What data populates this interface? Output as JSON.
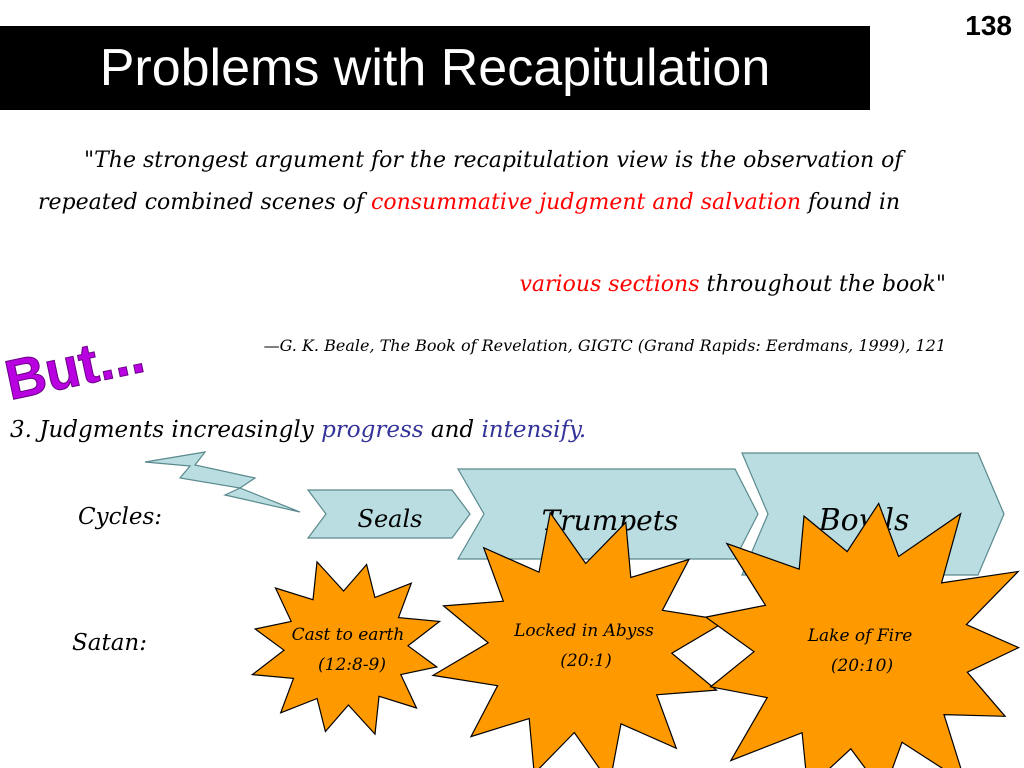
{
  "slide": {
    "title": "Problems with Recapitulation",
    "page_number": "138"
  },
  "quote": {
    "line1": "\"The strongest argument for the recapitulation view is the observation of",
    "line2_pre": "repeated combined scenes of ",
    "line2_red": "consummative judgment and salvation",
    "line2_post": " found in",
    "line3_red": "various sections",
    "line3_post": " throughout the book\"",
    "citation": "—G. K. Beale, The Book of Revelation, GIGTC (Grand Rapids: Eerdmans, 1999), 121"
  },
  "but_word": "But...",
  "point": {
    "pre": "3. Judgments increasingly ",
    "word1": "progress",
    "mid": " and ",
    "word2": "intensify."
  },
  "labels": {
    "cycles": "Cycles:",
    "satan": "Satan:"
  },
  "cycles": [
    {
      "label": "Seals"
    },
    {
      "label": "Trumpets"
    },
    {
      "label": "Bowls"
    }
  ],
  "satan_events": [
    {
      "line1": "Cast to earth",
      "line2": "(12:8-9)"
    },
    {
      "line1": "Locked in Abyss",
      "line2": "(20:1)"
    },
    {
      "line1": "Lake of Fire",
      "line2": "(20:10)"
    }
  ],
  "colors": {
    "title_bg": "#000000",
    "emphasis_red": "#ff0000",
    "emphasis_blue": "#333399",
    "but_purple": "#9900cc",
    "chevron_fill": "#b9dde0",
    "star_fill": "#ff9900"
  }
}
